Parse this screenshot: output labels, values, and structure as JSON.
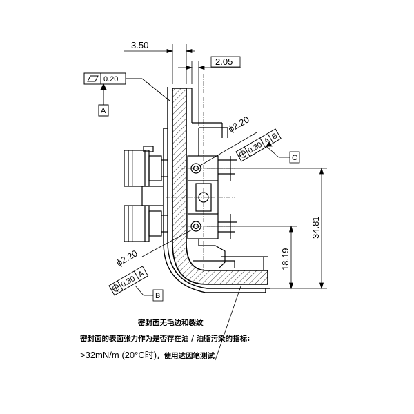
{
  "dimensions": {
    "top_width": "3.50",
    "top_offset": "2.05",
    "vertical_total": "34.81",
    "vertical_lower": "18.19",
    "hole_upper_dia": "ϕ2.20",
    "hole_lower_dia": "ϕ2.20"
  },
  "gdt": {
    "flatness_value": "0.20",
    "position_upper_value": "0.30",
    "position_upper_ref1": "A",
    "position_upper_ref2": "B",
    "position_lower_value": "0.30",
    "position_lower_ref1": "A"
  },
  "datums": {
    "a": "A",
    "b": "B",
    "c": "C"
  },
  "notes": {
    "line1": "密封面无毛边和裂纹",
    "line2": "密封面的表面张力作为是否存在油 / 油脂污染的指标:",
    "line3_main": ">32mN/m (20°C时)",
    "line3_suffix": "，使用达因笔测试"
  }
}
